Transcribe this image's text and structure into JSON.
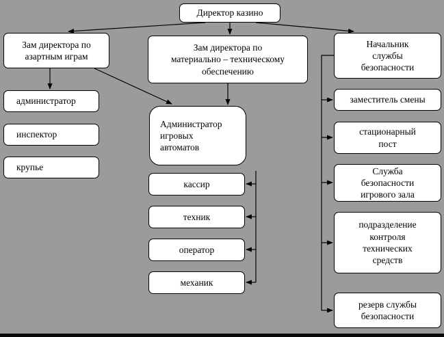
{
  "diagram": {
    "background_color": "#9b9b9b",
    "node_fill_color": "#ffffff",
    "node_border_color": "#000000",
    "connector_color": "#000000"
  },
  "nodes": {
    "director": {
      "label": "Директор казино"
    },
    "deputy_gambling": {
      "label": "Зам директора по\nазартным играм"
    },
    "deputy_logistics": {
      "label": "Зам директора по\nматериально – техническому\nобеспечению"
    },
    "security_chief": {
      "label": "Начальник\nслужбы\nбезопасности"
    },
    "administrator": {
      "label": "администратор"
    },
    "inspector": {
      "label": "инспектор"
    },
    "croupier": {
      "label": "крупье"
    },
    "slot_admin": {
      "label": "Администратор\nигровых\nавтоматов"
    },
    "cashier": {
      "label": "кассир"
    },
    "technician": {
      "label": "техник"
    },
    "operator": {
      "label": "оператор"
    },
    "mechanic": {
      "label": "механик"
    },
    "shift_deputy": {
      "label": "заместитель смены"
    },
    "stationary_post": {
      "label": "стационарный\nпост"
    },
    "hall_security": {
      "label": "Служба\nбезопасности\nигрового зала"
    },
    "tech_control": {
      "label": "подразделение\nконтроля\nтехнических\nсредств"
    },
    "security_reserve": {
      "label": "резерв службы\nбезопасности"
    }
  },
  "edges": [
    {
      "from": "director",
      "to": "deputy_gambling"
    },
    {
      "from": "director",
      "to": "deputy_logistics"
    },
    {
      "from": "director",
      "to": "security_chief"
    },
    {
      "from": "deputy_gambling",
      "to": "administrator"
    },
    {
      "from": "deputy_gambling",
      "to": "slot_admin"
    },
    {
      "from": "deputy_logistics",
      "to": "slot_admin"
    },
    {
      "from": "slot_admin",
      "to": "cashier"
    },
    {
      "from": "slot_admin",
      "to": "technician"
    },
    {
      "from": "slot_admin",
      "to": "operator"
    },
    {
      "from": "slot_admin",
      "to": "mechanic"
    },
    {
      "from": "security_chief",
      "to": "shift_deputy"
    },
    {
      "from": "security_chief",
      "to": "stationary_post"
    },
    {
      "from": "security_chief",
      "to": "hall_security"
    },
    {
      "from": "security_chief",
      "to": "tech_control"
    },
    {
      "from": "security_chief",
      "to": "security_reserve"
    }
  ]
}
